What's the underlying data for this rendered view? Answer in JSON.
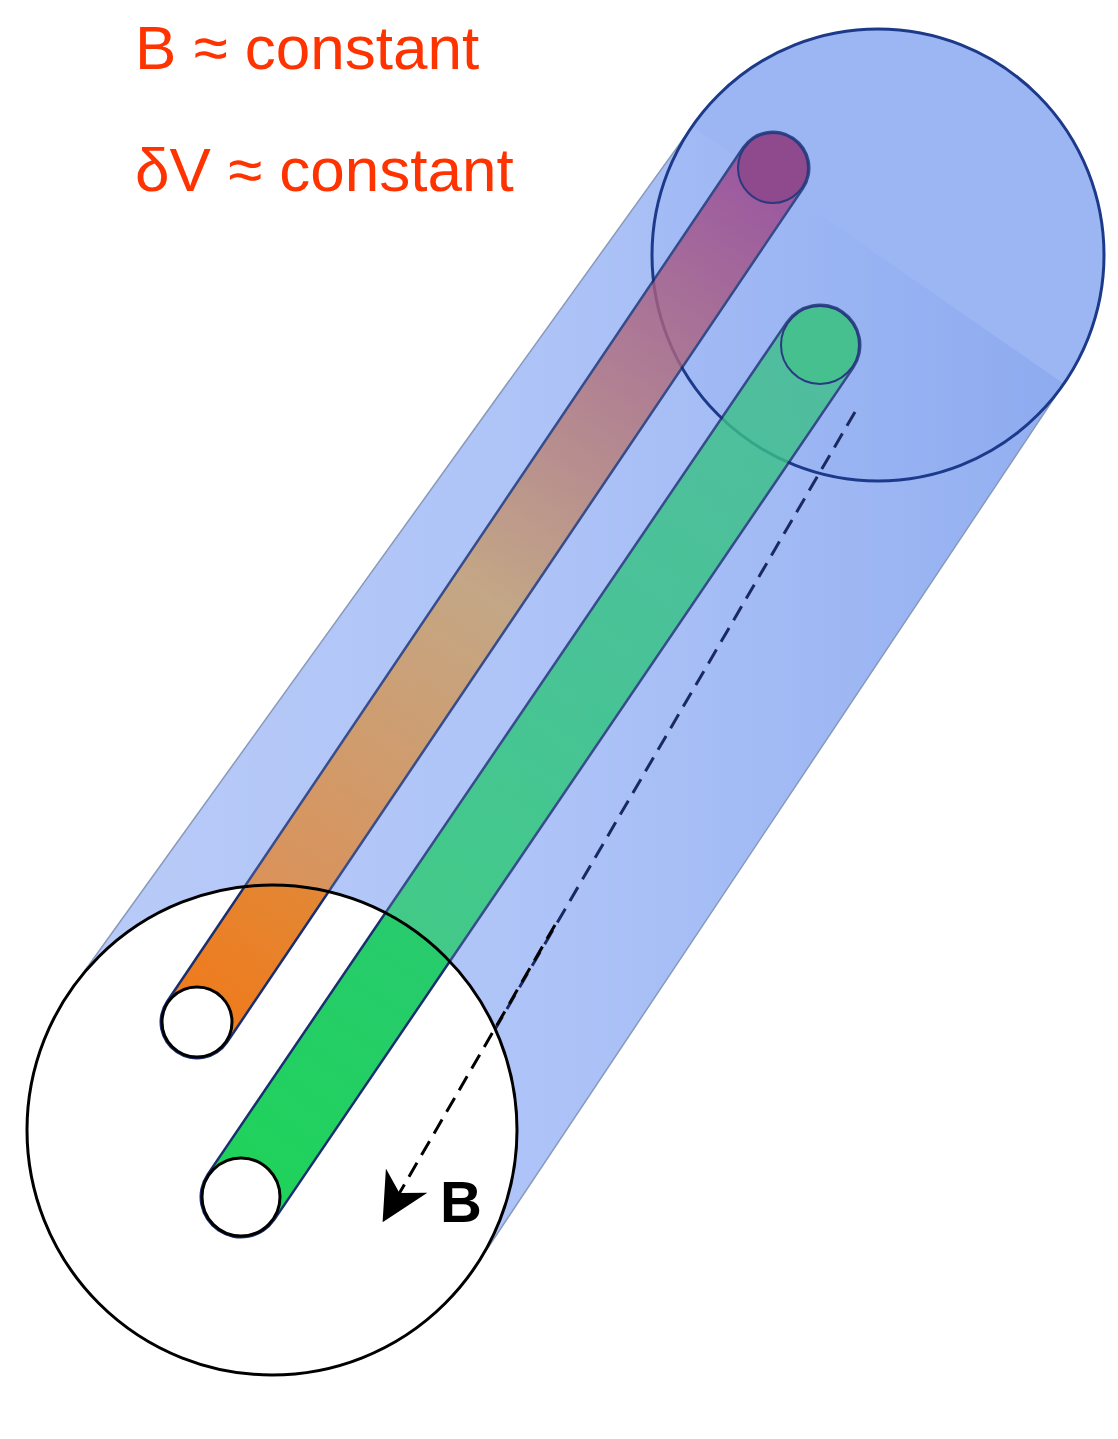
{
  "diagram": {
    "labels": [
      "B ≈ constant",
      "δV ≈ constant",
      "B"
    ]
  }
}
